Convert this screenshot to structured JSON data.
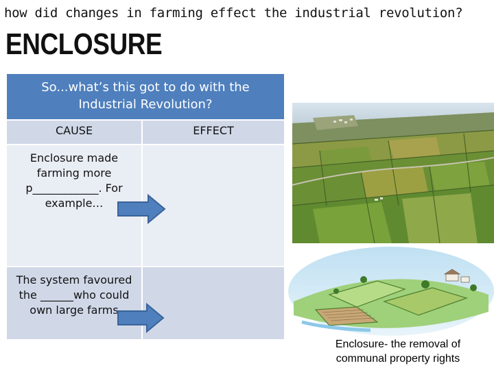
{
  "slide": {
    "question": "how did changes in farming effect the industrial revolution?",
    "heading": "ENCLOSURE"
  },
  "table": {
    "header_line1": "So...what’s this got to do with the",
    "header_line2": "Industrial Revolution?",
    "col_cause": "CAUSE",
    "col_effect": "EFFECT",
    "rows": [
      {
        "cause_lines": [
          "Enclosure made",
          "farming more",
          "p____________. For",
          "example…"
        ],
        "effect": ""
      },
      {
        "cause_lines": [
          "The system favoured",
          "the ______who could",
          "own large farms"
        ],
        "effect": ""
      }
    ],
    "colors": {
      "header": "#4f7fbd",
      "row_dark": "#d0d8e8",
      "row_light": "#e9edf4",
      "arrow": "#4f7fbd"
    }
  },
  "images": {
    "photo": "aerial-farmland-photo",
    "illustration": "enclosed-fields-illustration"
  },
  "caption": {
    "line1": "Enclosure- the removal of",
    "line2": "communal property rights"
  }
}
